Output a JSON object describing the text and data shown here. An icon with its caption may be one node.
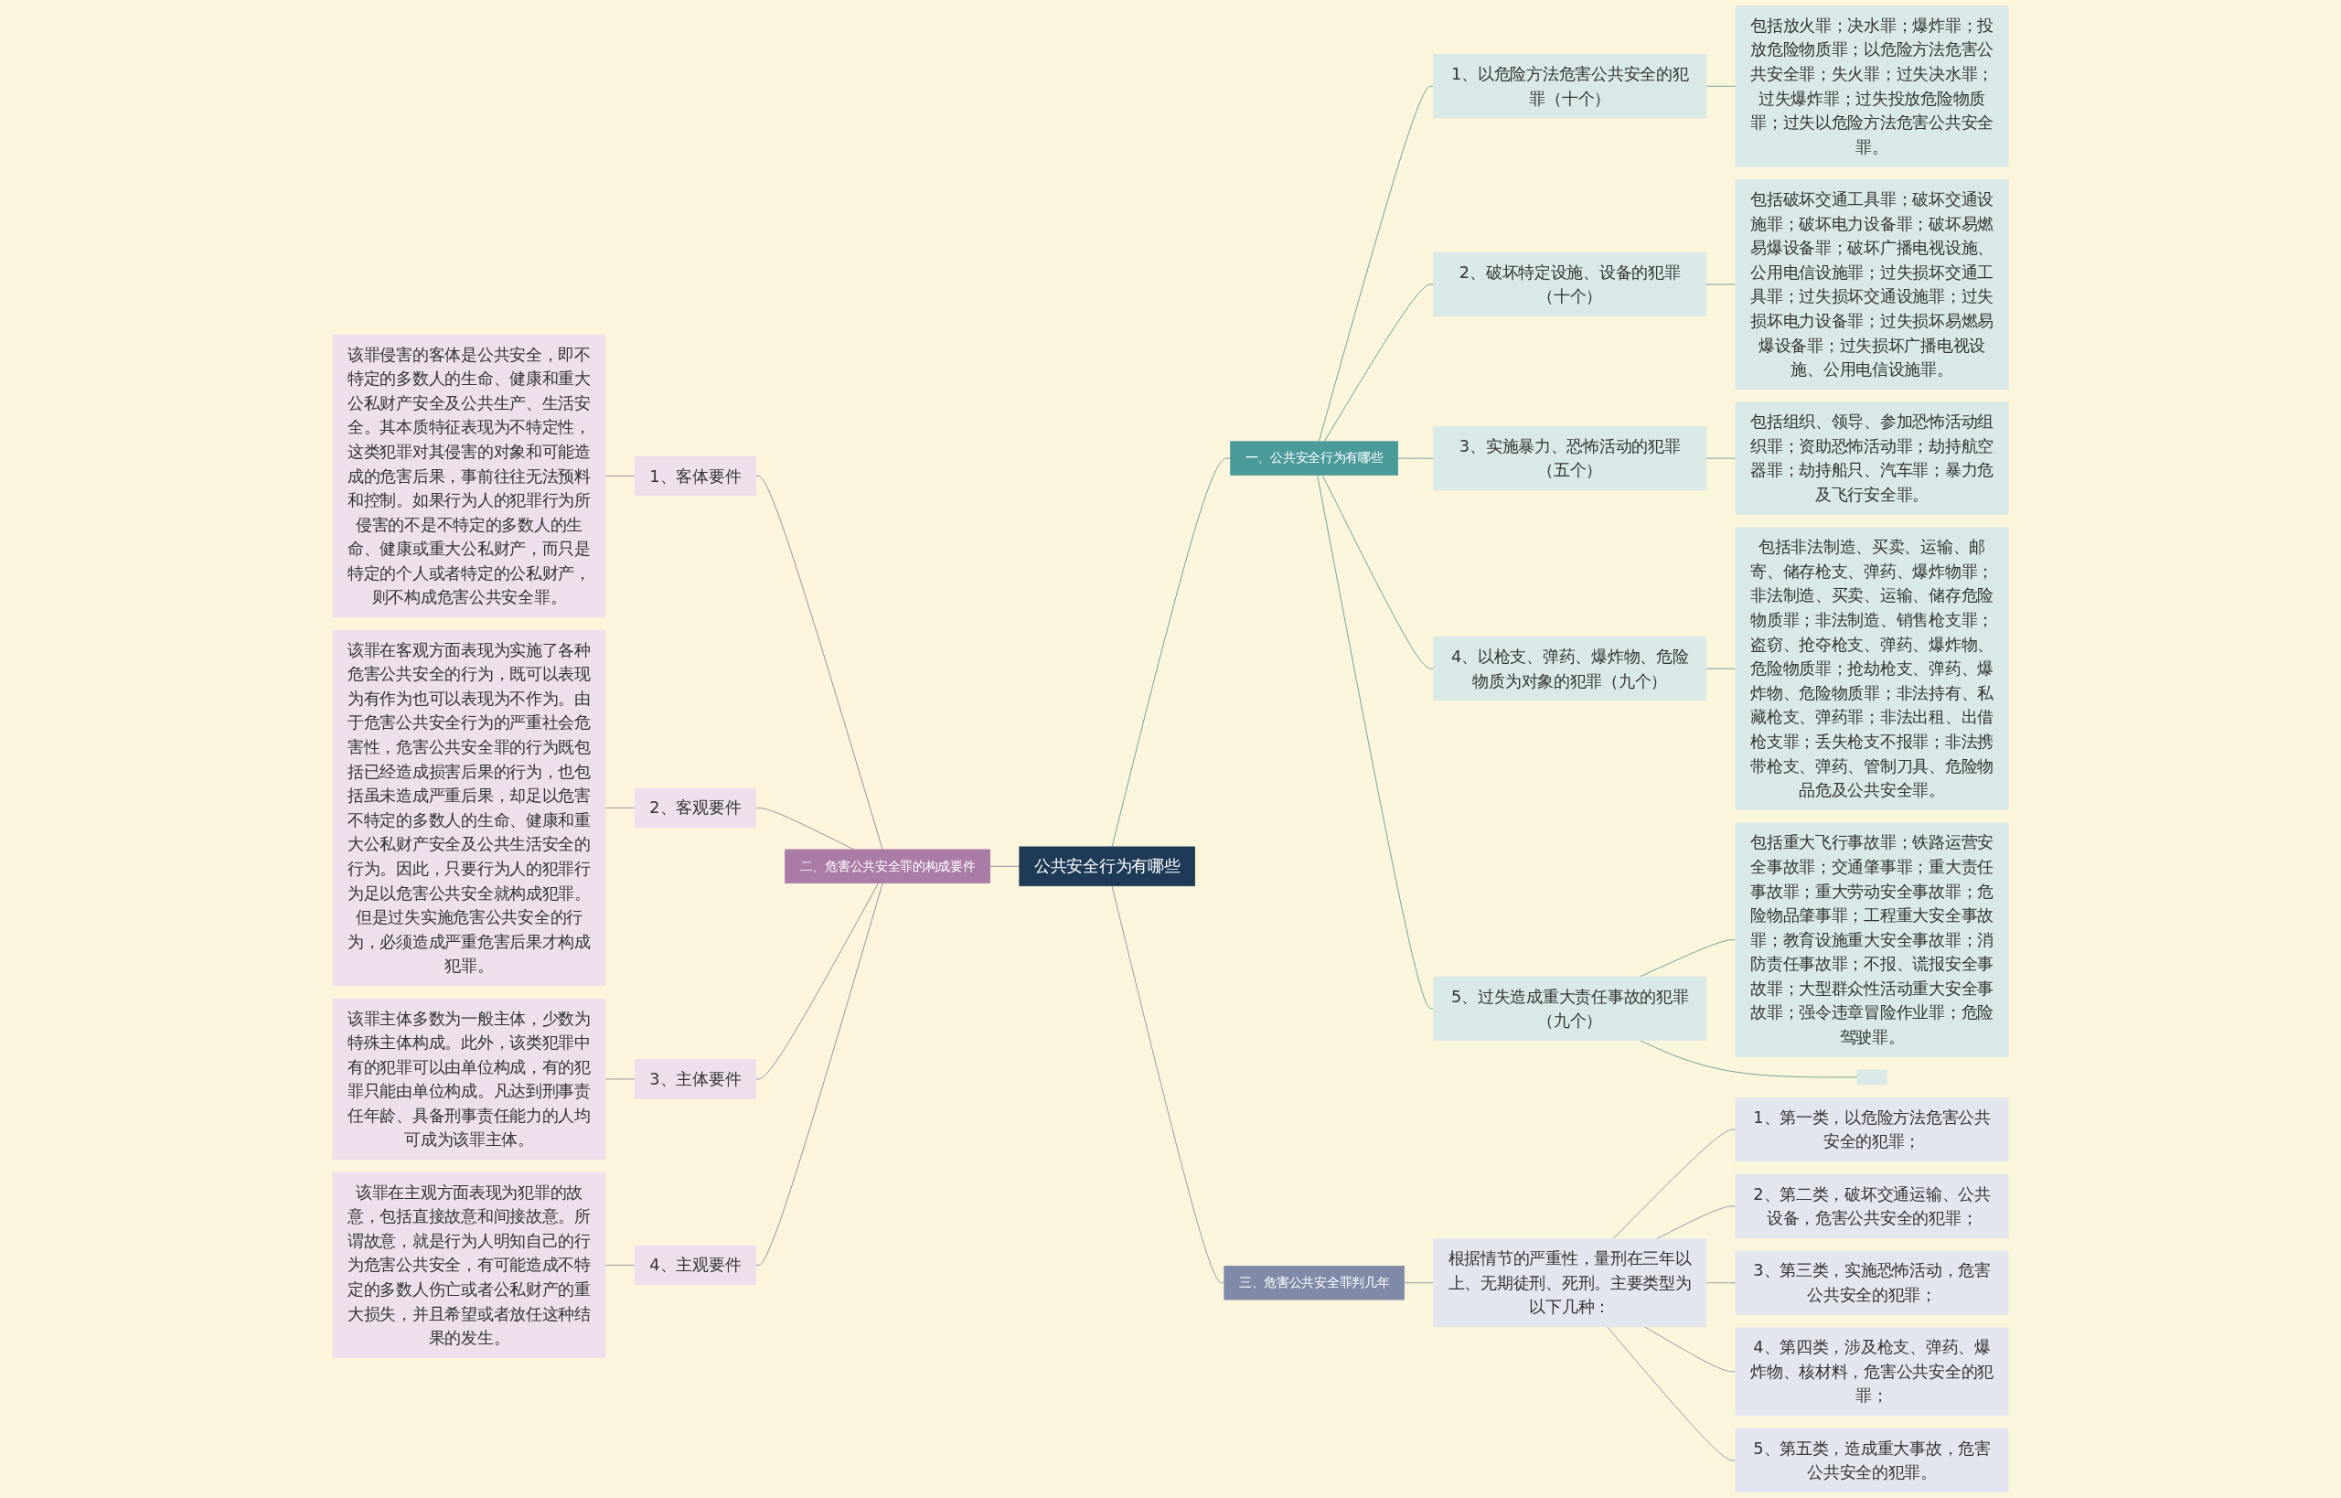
{
  "diagram": {
    "nodes": [
      {
        "text": [
          "公共安全行为有哪些"
        ]
      },
      {
        "text": [
          "一、公共安全行为有哪些"
        ]
      },
      {
        "text": [
          "1、以危险方法危害公共安全的犯罪（十个）"
        ]
      },
      {
        "text": [
          "包括放火罪；决水罪；爆炸罪；投放危险物质罪；以危险方法危害公共安全罪；失火罪；过失决水罪；过失爆炸罪；过失投放危险物质罪；过失以危险方法危害公共安全罪。"
        ]
      },
      {
        "text": [
          "2、破坏特定设施、设备的犯罪（十个）"
        ]
      },
      {
        "text": [
          "包括破坏交通工具罪；破坏交通设施罪；破坏电力设备罪；破坏易燃易爆设备罪；破坏广播电视设施、公用电信设施罪；过失损坏交通工具罪；过失损坏交通设施罪；过失损坏电力设备罪；过失损坏易燃易爆设备罪；过失损坏广播电视设施、公用电信设施罪。"
        ]
      },
      {
        "text": [
          "3、实施暴力、恐怖活动的犯罪（五个）"
        ]
      },
      {
        "text": [
          "包括组织、领导、参加恐怖活动组织罪；资助恐怖活动罪；劫持航空器罪；劫持船只、汽车罪；暴力危及飞行安全罪。"
        ]
      },
      {
        "text": [
          "4、以枪支、弹药、爆炸物、危险物质为对象的犯罪（九个）"
        ]
      },
      {
        "text": [
          "包括非法制造、买卖、运输、邮寄、储存枪支、弹药、爆炸物罪；非法制造、买卖、运输、储存危险物质罪；非法制造、销售枪支罪；盗窃、抢夺枪支、弹药、爆炸物、危险物质罪；抢劫枪支、弹药、爆炸物、危险物质罪；非法持有、私藏枪支、弹药罪；非法出租、出借枪支罪；丢失枪支不报罪；非法携带枪支、弹药、管制刀具、危险物品危及公共安全罪。"
        ]
      },
      {
        "text": [
          "5、过失造成重大责任事故的犯罪（九个）"
        ]
      },
      {
        "text": [
          "包括重大飞行事故罪；铁路运营安全事故罪；交通肇事罪；重大责任事故罪；重大劳动安全事故罪；危险物品肇事罪；工程重大安全事故罪；教育设施重大安全事故罪；消防责任事故罪；不报、谎报安全事故罪；大型群众性活动重大安全事故罪；强令违章冒险作业罪；危险驾驶罪。"
        ]
      },
      {
        "text": [],
        "shape": "box"
      },
      {
        "text": [
          "二、危害公共安全罪的构成要件"
        ]
      },
      {
        "text": [
          "1、客体要件"
        ]
      },
      {
        "text": [
          "该罪侵害的客体是公共安全，即不特定的多数人的生命、健康和重大公私财产安全及公共生产、生活安全。其本质特征表现为不特定性，这类犯罪对其侵害的对象和可能造成的危害后果，事前往往无法预料和控制。如果行为人的犯罪行为所侵害的不是不特定的多数人的生命、健康或重大公私财产，而只是特定的个人或者特定的公私财产，则不构成危害公共安全罪。"
        ]
      },
      {
        "text": [
          "2、客观要件"
        ]
      },
      {
        "text": [
          "该罪在客观方面表现为实施了各种危害公共安全的行为，既可以表现为有作为也可以表现为不作为。由于危害公共安全行为的严重社会危害性，危害公共安全罪的行为既包括已经造成损害后果的行为，也包括虽未造成严重后果，却足以危害不特定的多数人的生命、健康和重大公私财产安全及公共生活安全的行为。因此，只要行为人的犯罪行为足以危害公共安全就构成犯罪。但是过失实施危害公共安全的行为，必须造成严重危害后果才构成犯罪。"
        ]
      },
      {
        "text": [
          "3、主体要件"
        ]
      },
      {
        "text": [
          "该罪主体多数为一般主体，少数为特殊主体构成。此外，该类犯罪中有的犯罪可以由单位构成，有的犯罪只能由单位构成。凡达到刑事责任年龄、具备刑事责任能力的人均可成为该罪主体。"
        ]
      },
      {
        "text": [
          "4、主观要件"
        ]
      },
      {
        "text": [
          "该罪在主观方面表现为犯罪的故意，包括直接故意和间接故意。所谓故意，就是行为人明知自己的行为危害公共安全，有可能造成不特定的多数人伤亡或者公私财产的重大损失，并且希望或者放任这种结果的发生。"
        ]
      },
      {
        "text": [
          "三、危害公共安全罪判几年"
        ]
      },
      {
        "text": [
          "根据情节的严重性，量刑在三年以上、无期徒刑、死刑。主要类型为以下几种："
        ]
      },
      {
        "text": [
          "1、第一类，以危险方法危害公共安全的犯罪；"
        ]
      },
      {
        "text": [
          "2、第二类，破坏交通运输、公共设备，危害公共安全的犯罪；"
        ]
      },
      {
        "text": [
          "3、第三类，实施恐怖活动，危害公共安全的犯罪；"
        ]
      },
      {
        "text": [
          "4、第四类，涉及枪支、弹药、爆炸物、核材料，危害公共安全的犯罪；"
        ]
      },
      {
        "text": [
          "5、第五类，造成重大事故，危害公共安全的犯罪。"
        ]
      }
    ],
    "edges": [
      {
        "from": 0,
        "to": 1,
        "arrow": "none"
      },
      {
        "from": 1,
        "to": 2,
        "arrow": "none"
      },
      {
        "from": 2,
        "to": 3,
        "arrow": "none"
      },
      {
        "from": 1,
        "to": 4,
        "arrow": "none"
      },
      {
        "from": 4,
        "to": 5,
        "arrow": "none"
      },
      {
        "from": 1,
        "to": 6,
        "arrow": "none"
      },
      {
        "from": 6,
        "to": 7,
        "arrow": "none"
      },
      {
        "from": 1,
        "to": 8,
        "arrow": "none"
      },
      {
        "from": 8,
        "to": 9,
        "arrow": "none"
      },
      {
        "from": 1,
        "to": 10,
        "arrow": "none"
      },
      {
        "from": 10,
        "to": 11,
        "arrow": "none"
      },
      {
        "from": 10,
        "to": 12,
        "arrow": "none"
      },
      {
        "from": 13,
        "to": 0,
        "arrow": "none",
        "color": "#8f6f94"
      },
      {
        "from": 14,
        "to": 13,
        "arrow": "none",
        "color": "#8f6f94"
      },
      {
        "from": 15,
        "to": 14,
        "arrow": "none",
        "color": "#8f6f94"
      },
      {
        "from": 16,
        "to": 13,
        "arrow": "none",
        "color": "#8f6f94"
      },
      {
        "from": 17,
        "to": 16,
        "arrow": "none",
        "color": "#8f6f94"
      },
      {
        "from": 18,
        "to": 13,
        "arrow": "none",
        "color": "#8f6f94"
      },
      {
        "from": 19,
        "to": 18,
        "arrow": "none",
        "color": "#8f6f94"
      },
      {
        "from": 20,
        "to": 13,
        "arrow": "none",
        "color": "#8f6f94"
      },
      {
        "from": 21,
        "to": 20,
        "arrow": "none",
        "color": "#8f6f94"
      },
      {
        "from": 0,
        "to": 22,
        "arrow": "none",
        "color": "#7b869e"
      },
      {
        "from": 22,
        "to": 23,
        "arrow": "none",
        "color": "#7b869e"
      },
      {
        "from": 23,
        "to": 24,
        "arrow": "none",
        "color": "#7b869e"
      },
      {
        "from": 23,
        "to": 25,
        "arrow": "none",
        "color": "#7b869e"
      },
      {
        "from": 23,
        "to": 26,
        "arrow": "none",
        "color": "#7b869e"
      },
      {
        "from": 23,
        "to": 27,
        "arrow": "none",
        "color": "#7b869e"
      },
      {
        "from": 23,
        "to": 28,
        "arrow": "none",
        "color": "#7b869e"
      }
    ]
  }
}
